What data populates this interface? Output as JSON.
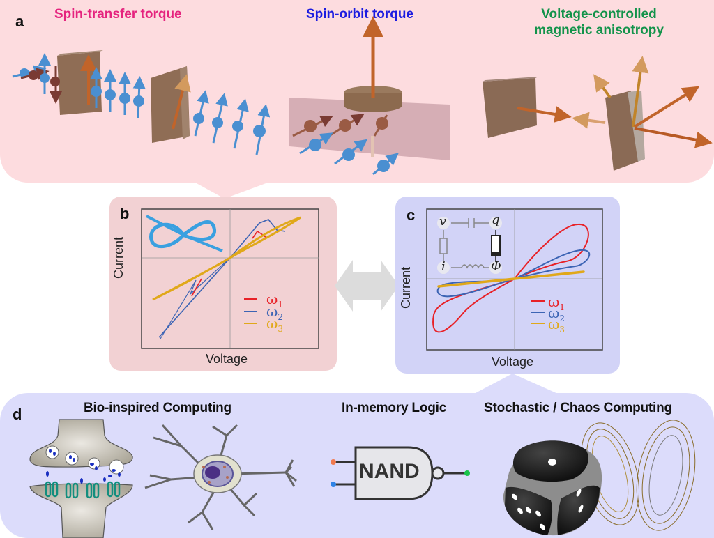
{
  "panels": {
    "a": {
      "letter": "a",
      "titles": [
        {
          "text": "Spin-transfer torque",
          "color": "#e5237e"
        },
        {
          "text": "Spin-orbit torque",
          "color": "#1c1ce0"
        },
        {
          "text": "Voltage-controlled",
          "color": "#12934a"
        },
        {
          "text": "magnetic anisotropy",
          "color": "#12934a"
        }
      ],
      "illustrations": [
        "spin-transfer-torque-illustration",
        "spin-orbit-torque-illustration",
        "vcma-illustration"
      ]
    },
    "b": {
      "letter": "b",
      "xlabel": "Voltage",
      "ylabel": "Current",
      "legend": [
        {
          "label": "ω",
          "sub": "1",
          "color": "#e82127"
        },
        {
          "label": "ω",
          "sub": "2",
          "color": "#3c64b4"
        },
        {
          "label": "ω",
          "sub": "3",
          "color": "#e0a81a"
        }
      ],
      "inset": "tied-bow-icon"
    },
    "c": {
      "letter": "c",
      "xlabel": "Voltage",
      "ylabel": "Current",
      "legend": [
        {
          "label": "ω",
          "sub": "1",
          "color": "#e82127"
        },
        {
          "label": "ω",
          "sub": "2",
          "color": "#3c64b4"
        },
        {
          "label": "ω",
          "sub": "3",
          "color": "#e0a81a"
        }
      ],
      "circuit": {
        "v": "v",
        "q": "q",
        "i": "i",
        "phi": "Φ"
      }
    },
    "d": {
      "letter": "d",
      "sections": [
        {
          "title": "Bio-inspired Computing"
        },
        {
          "title": "In-memory Logic",
          "gate_label": "NAND"
        },
        {
          "title": "Stochastic / Chaos Computing"
        }
      ]
    }
  },
  "colors": {
    "panel_a_bg": "#fddcdf",
    "panel_b_bg": "#f2d1d3",
    "panel_c_bg": "#d2d3f7",
    "panel_d_bg": "#dcdcfb",
    "omega1": "#e82127",
    "omega2": "#3c64b4",
    "omega3": "#e0a81a"
  }
}
